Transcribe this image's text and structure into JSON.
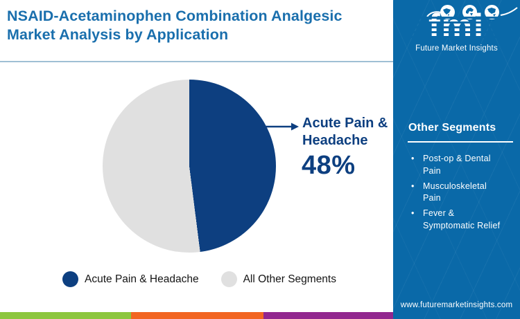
{
  "header": {
    "title": "NSAID-Acetaminophen Combination Analgesic Market Analysis by Application"
  },
  "chart_data": {
    "type": "pie",
    "title": "NSAID-Acetaminophen Combination Analgesic Market Analysis by Application",
    "labels": [
      "Acute Pain & Headache",
      "All Other Segments"
    ],
    "values": [
      48,
      52
    ],
    "colors": [
      "#0d3f80",
      "#e0e0e0"
    ],
    "start_angle_deg": 0,
    "direction": "clockwise",
    "annotation": {
      "label": "Acute Pain & Headache",
      "value_label": "48%"
    },
    "legend_position": "bottom"
  },
  "callout": {
    "line1": "Acute Pain &",
    "line2": "Headache",
    "value": "48%"
  },
  "legend": {
    "items": [
      {
        "label": "Acute Pain & Headache",
        "color": "#0d3f80"
      },
      {
        "label": "All Other Segments",
        "color": "#e0e0e0"
      }
    ]
  },
  "sidebar": {
    "logo": {
      "text": "fmi",
      "tagline": "Future Market Insights",
      "globe_icons": [
        "americas-globe-icon",
        "europe-globe-icon",
        "asia-pacific-globe-icon"
      ]
    },
    "other_segments": {
      "heading": "Other Segments",
      "items": [
        "Post-op & Dental Pain",
        "Musculoskeletal Pain",
        "Fever & Symptomatic Relief"
      ]
    },
    "website": "www.futuremarketinsights.com"
  },
  "colors": {
    "title_blue": "#1a6fad",
    "sidebar_blue": "#0a69a8",
    "pie_primary": "#0d3f80",
    "pie_secondary": "#e0e0e0",
    "divider": "#9fbfd4",
    "stripe_green": "#8dc63f",
    "stripe_orange": "#f26522",
    "stripe_purple": "#92278f"
  }
}
